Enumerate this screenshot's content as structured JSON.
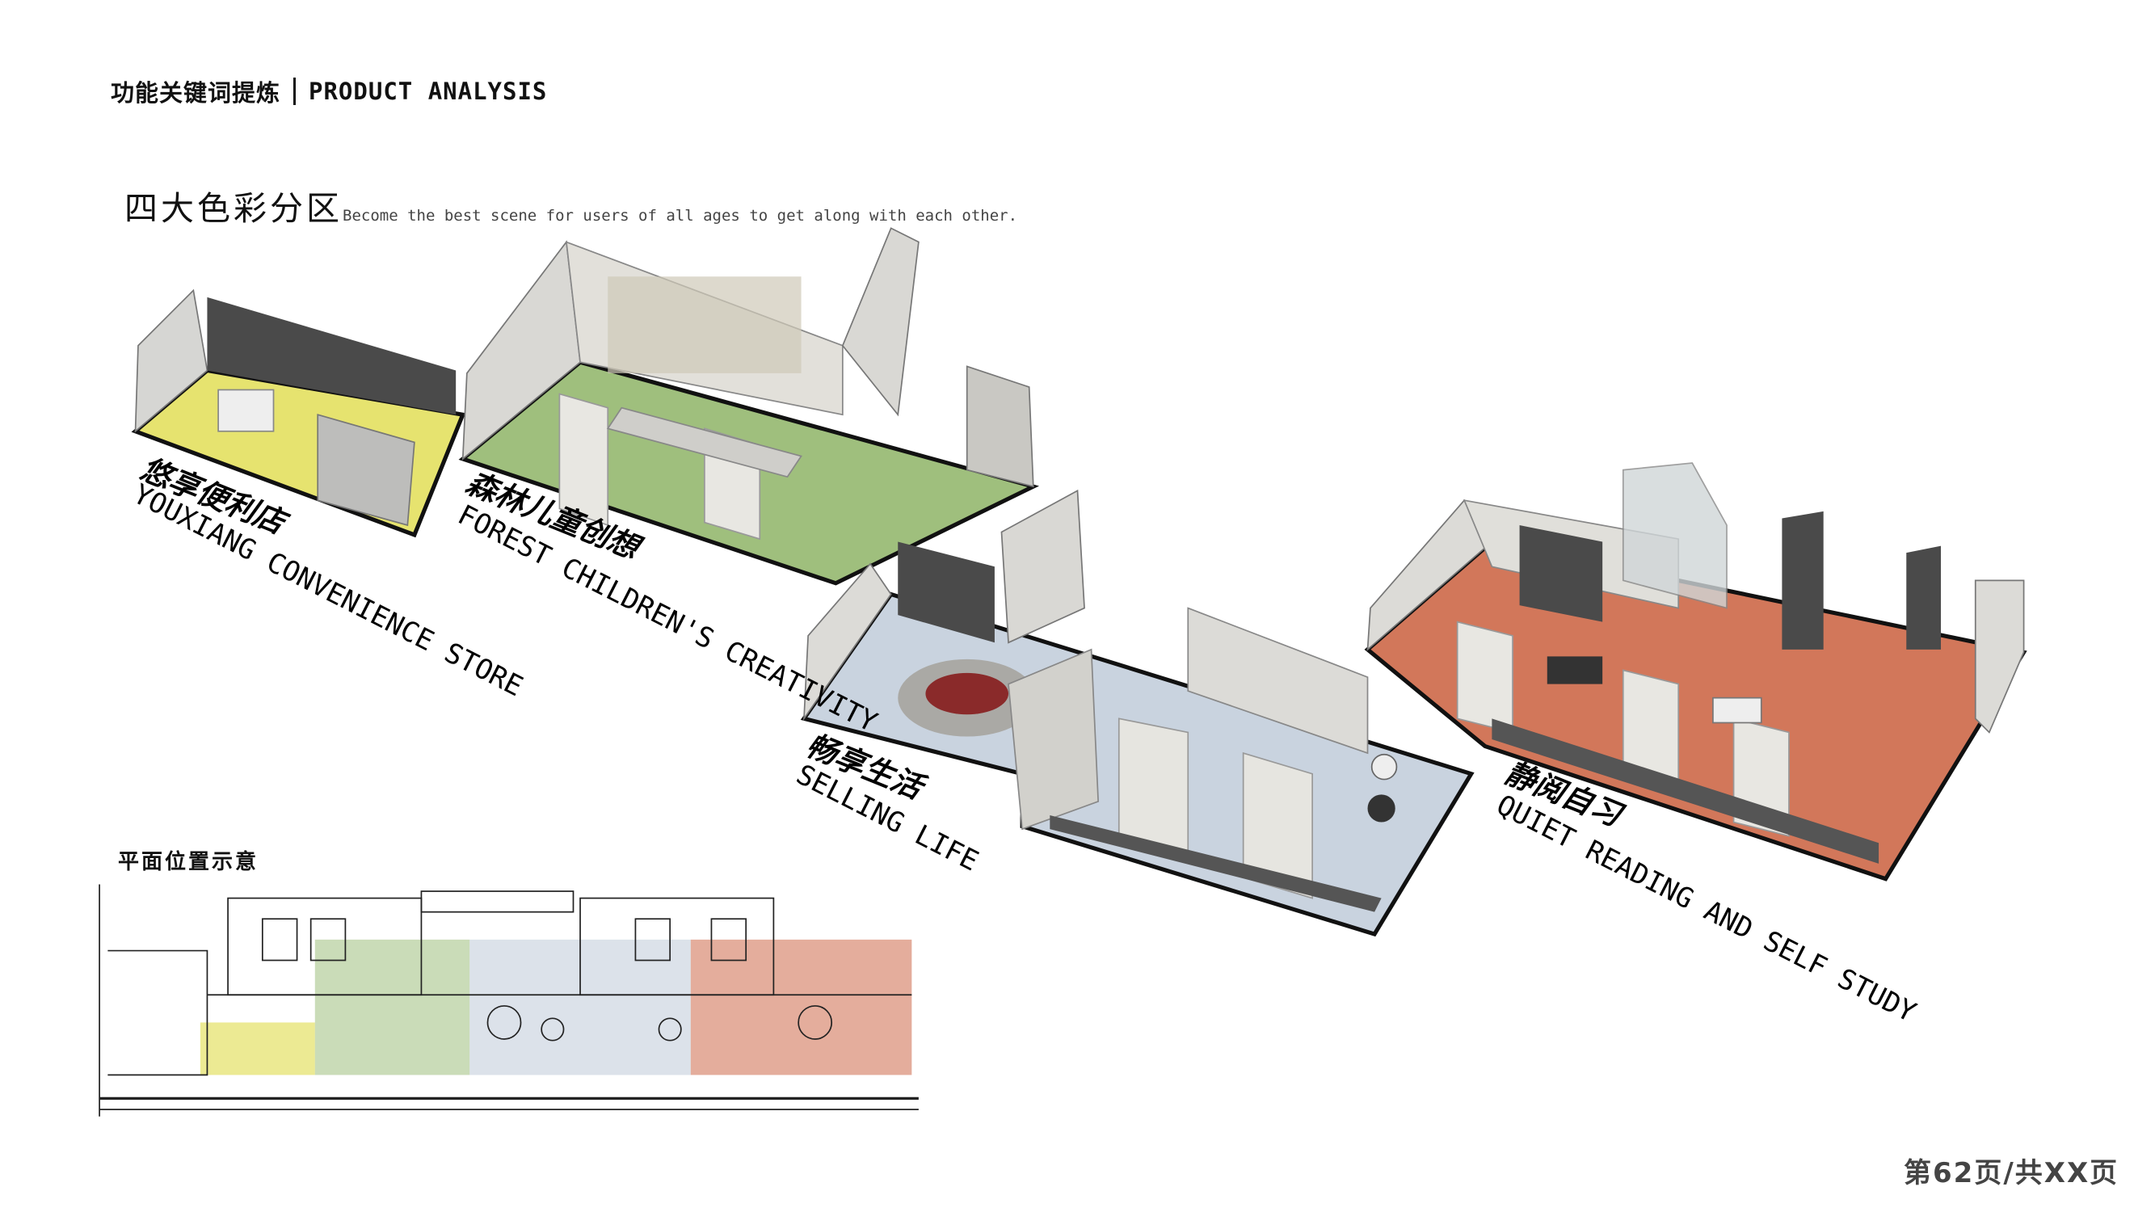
{
  "header": {
    "cn": "功能关键词提炼",
    "en": "PRODUCT ANALYSIS"
  },
  "title": {
    "cn": "四大色彩分区",
    "en": "Become the best scene for users of all ages to get along with each other."
  },
  "zones": [
    {
      "cn": "悠享便利店",
      "en": "YOUXIANG CONVENIENCE STORE",
      "color": "#e6e36f"
    },
    {
      "cn": "森林儿童创想",
      "en": "FOREST CHILDREN'S CREATIVITY",
      "color": "#9fbf7d"
    },
    {
      "cn": "畅享生活",
      "en": "SELLING LIFE",
      "color": "#c9d3df"
    },
    {
      "cn": "静阅自习",
      "en": "QUIET READING AND SELF STUDY",
      "color": "#d2775a"
    }
  ],
  "plan": {
    "label": "平面位置示意"
  },
  "page": {
    "label": "第62页/共XX页"
  }
}
